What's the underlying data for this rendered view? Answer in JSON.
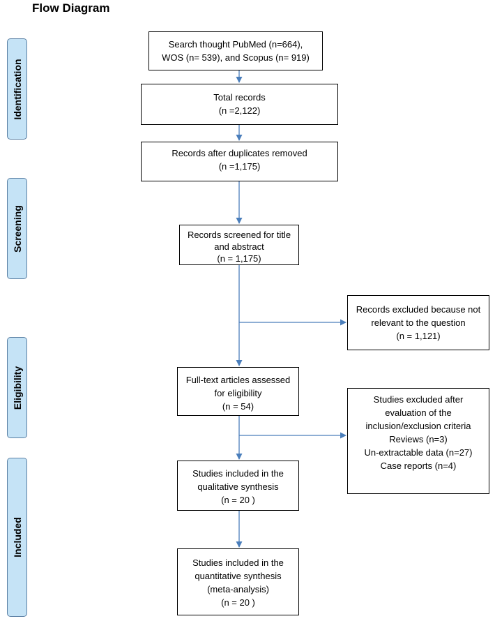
{
  "title": "Flow Diagram",
  "phases": {
    "identification": "Identification",
    "screening": "Screening",
    "eligibility": "Eligibility",
    "included": "Included"
  },
  "boxes": {
    "search": [
      "Search thought PubMed (n=664),",
      "WOS (n= 539), and Scopus (n= 919)"
    ],
    "total": [
      "Total records",
      "(n =2,122)"
    ],
    "dedup": [
      "Records after duplicates removed",
      "(n =1,175)"
    ],
    "screened": [
      "Records screened for title",
      "and abstract",
      "(n = 1,175)"
    ],
    "excluded_relevance": [
      "Records excluded because not",
      "relevant to the question",
      "(n = 1,121)"
    ],
    "fulltext": [
      "Full-text articles assessed",
      "for eligibility",
      "(n = 54)"
    ],
    "excluded_criteria": [
      "Studies excluded after",
      "evaluation of the",
      "inclusion/exclusion criteria",
      "Reviews (n=3)",
      "Un-extractable data (n=27)",
      "Case reports (n=4)"
    ],
    "qualitative": [
      "Studies included in the",
      "qualitative synthesis",
      "(n = 20 )"
    ],
    "quantitative": [
      "Studies included in the",
      "quantitative synthesis",
      "(meta-analysis)",
      "(n = 20 )"
    ]
  },
  "colors": {
    "arrow": "#4a7ebb",
    "phase_fill": "#c5e3f6"
  }
}
